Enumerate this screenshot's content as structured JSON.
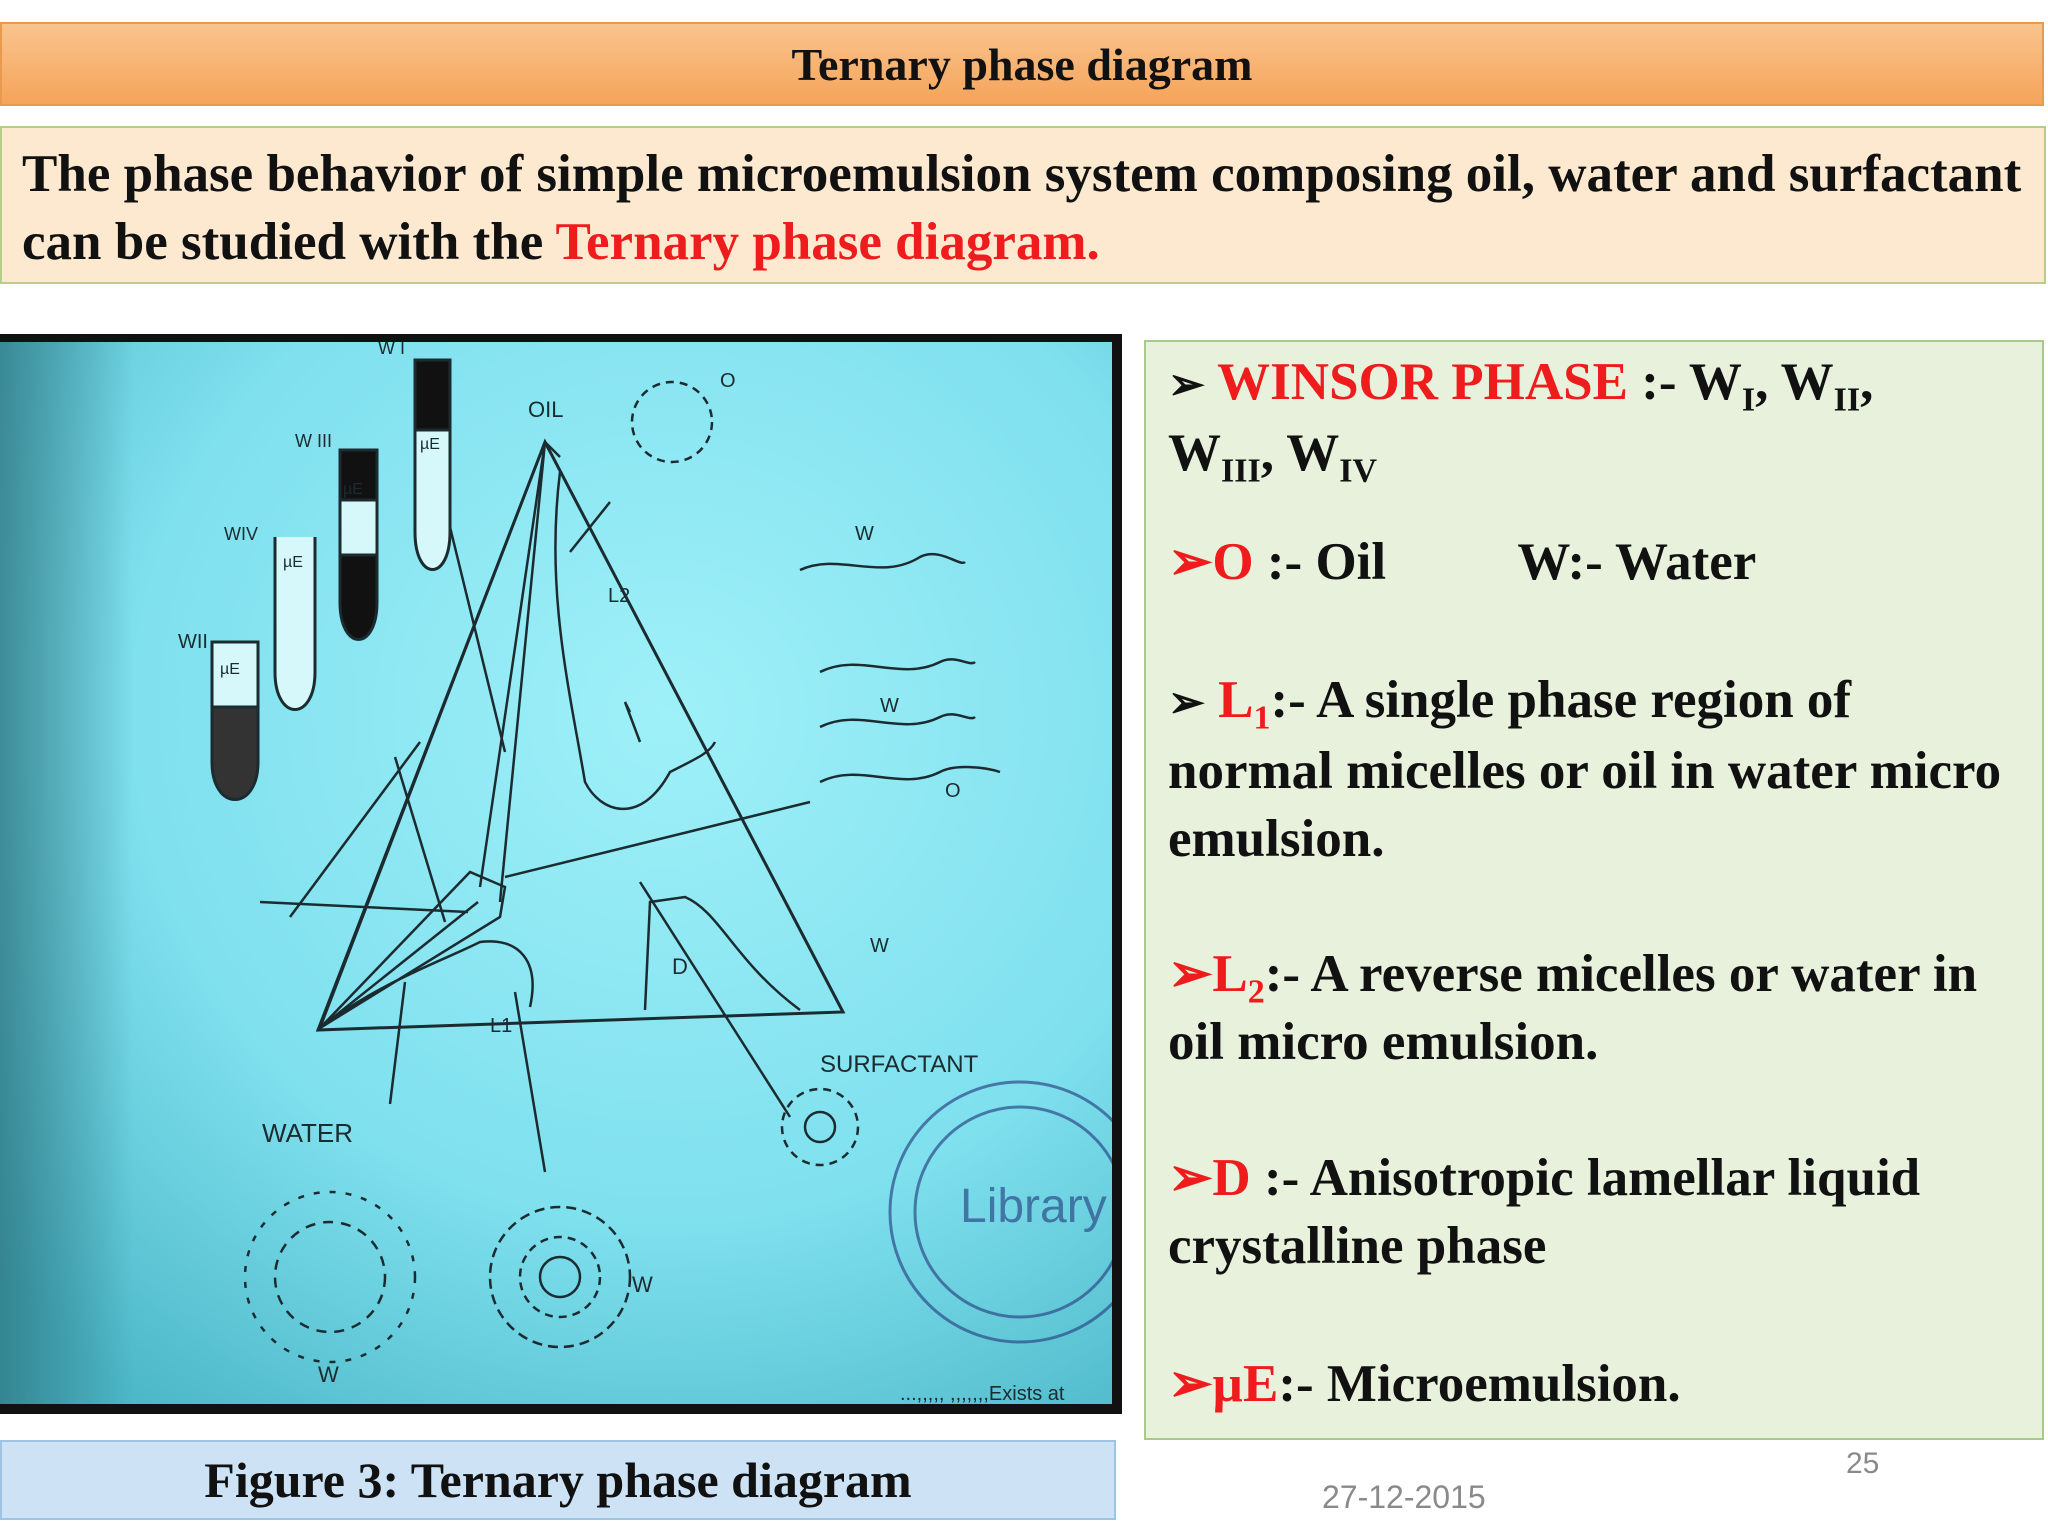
{
  "title": "Ternary phase diagram",
  "intro": {
    "text": "The phase behavior of simple microemulsion system composing oil, water and surfactant can be studied with the",
    "highlight": "Ternary phase diagram."
  },
  "figure": {
    "caption": "Figure 3: Ternary phase diagram",
    "labels": {
      "oil": "OIL",
      "water": "WATER",
      "surfactant": "SURFACTANT",
      "l1": "L1",
      "l2": "L2",
      "d": "D",
      "wi": "W I",
      "wii": "WII",
      "wiii": "W III",
      "wiv": "WIV",
      "mu_e": "µE",
      "o": "O",
      "w": "W",
      "stamp": "Library",
      "bottom_text": "...,,,,, ,,,,,,,Exists at"
    }
  },
  "legend": {
    "winsor": {
      "label": "WINSOR PHASE",
      "sep": ":- ",
      "w": "W",
      "sub1": "I",
      "sub2": "II",
      "sub3": "III",
      "sub4": "IV",
      "comma": ",",
      "comma_space": ", "
    },
    "oil": {
      "key": "O",
      "text": ":- Oil",
      "text2": "W:- Water"
    },
    "l1": {
      "key": "L",
      "sub": "1",
      "text": ":- A single phase region of normal micelles or oil  in water micro emulsion."
    },
    "l2": {
      "key": "L",
      "sub": "2",
      "text": ":- A reverse micelles or water in oil micro emulsion."
    },
    "d": {
      "key": "D",
      "text": " :- Anisotropic lamellar liquid crystalline phase"
    },
    "mue": {
      "key": "µE",
      "text": ":- Microemulsion."
    },
    "arrow_hollow": "➢",
    "arrow_red": "➢"
  },
  "footer": {
    "slide_number": "25",
    "date": "27-12-2015"
  },
  "colors": {
    "accent_red": "#ee1c1c",
    "title_orange": "#f5a45a",
    "figure_cyan": "#7fe0ee"
  }
}
